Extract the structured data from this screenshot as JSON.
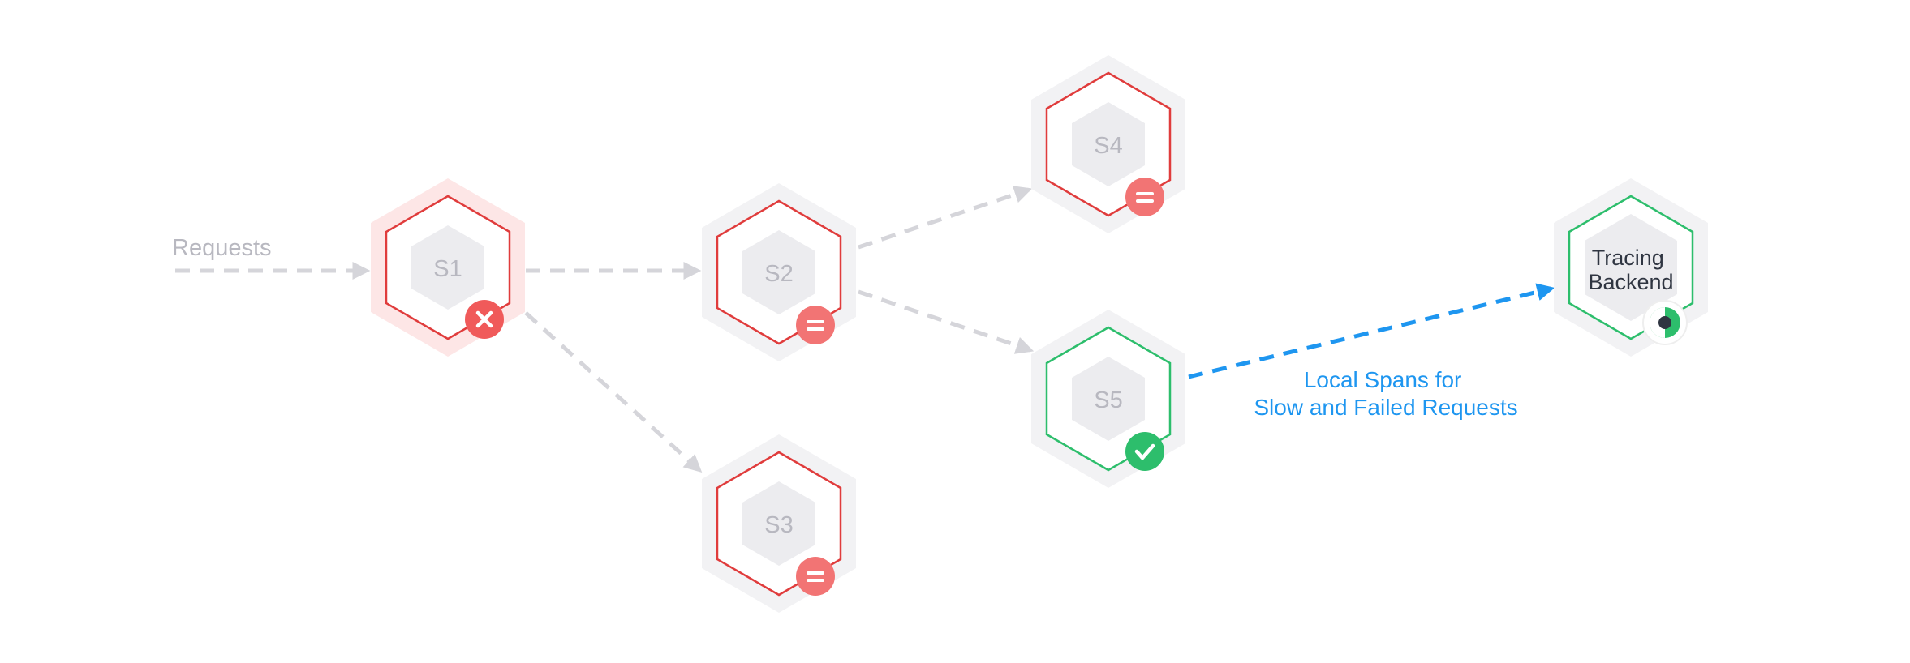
{
  "requests_label": "Requests",
  "note": {
    "line1": "Local Spans for",
    "line2": "Slow and Failed Requests"
  },
  "nodes": {
    "s1": {
      "label": "S1",
      "status": "error",
      "status_icon": "x-icon"
    },
    "s2": {
      "label": "S2",
      "status": "pending",
      "status_icon": "equals-icon"
    },
    "s3": {
      "label": "S3",
      "status": "pending",
      "status_icon": "equals-icon"
    },
    "s4": {
      "label": "S4",
      "status": "pending",
      "status_icon": "equals-icon"
    },
    "s5": {
      "label": "S5",
      "status": "ok",
      "status_icon": "check-icon"
    },
    "backend": {
      "line1": "Tracing",
      "line2": "Backend",
      "status_icon": "progress-ring-icon"
    }
  },
  "colors": {
    "error_red": "#e03c3c",
    "badge_red": "#f27474",
    "badge_error": "#f05a5a",
    "ok_green": "#2dbe6c",
    "halo_gray": "#f2f2f4",
    "halo_red": "#fde6e6",
    "inner_gray": "#ececef",
    "connector_gray": "#d5d5da",
    "muted_text": "#b8b8c0",
    "accent_blue": "#1e96f0",
    "dark_text": "#2f3541"
  }
}
